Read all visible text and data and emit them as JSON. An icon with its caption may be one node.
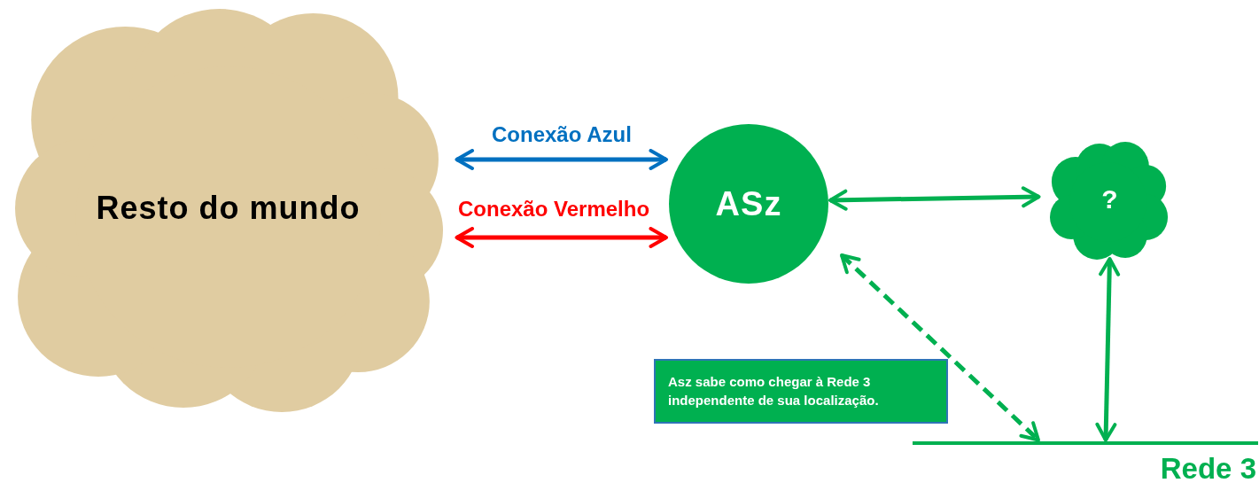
{
  "diagram": {
    "nodes": [
      {
        "text": [
          "Resto do mundo"
        ]
      },
      {
        "text": [
          "ASz"
        ]
      },
      {
        "text": [
          "?"
        ]
      },
      {
        "text": [
          "Rede 3"
        ]
      },
      {
        "text": [
          "Asz sabe como chegar à Rede 3 independente de sua localização."
        ]
      }
    ],
    "edges": [
      {
        "from": 0,
        "to": 1,
        "arrow": "both",
        "label": "Conexão Azul",
        "color": "#0070c0"
      },
      {
        "from": 0,
        "to": 1,
        "arrow": "both",
        "label": "Conexão Vermelho",
        "color": "#ff0000"
      },
      {
        "from": 1,
        "to": 2,
        "arrow": "both"
      },
      {
        "from": 1,
        "to": 3,
        "arrow": "both",
        "style": "dashed"
      },
      {
        "from": 2,
        "to": 3,
        "arrow": "both"
      }
    ]
  }
}
